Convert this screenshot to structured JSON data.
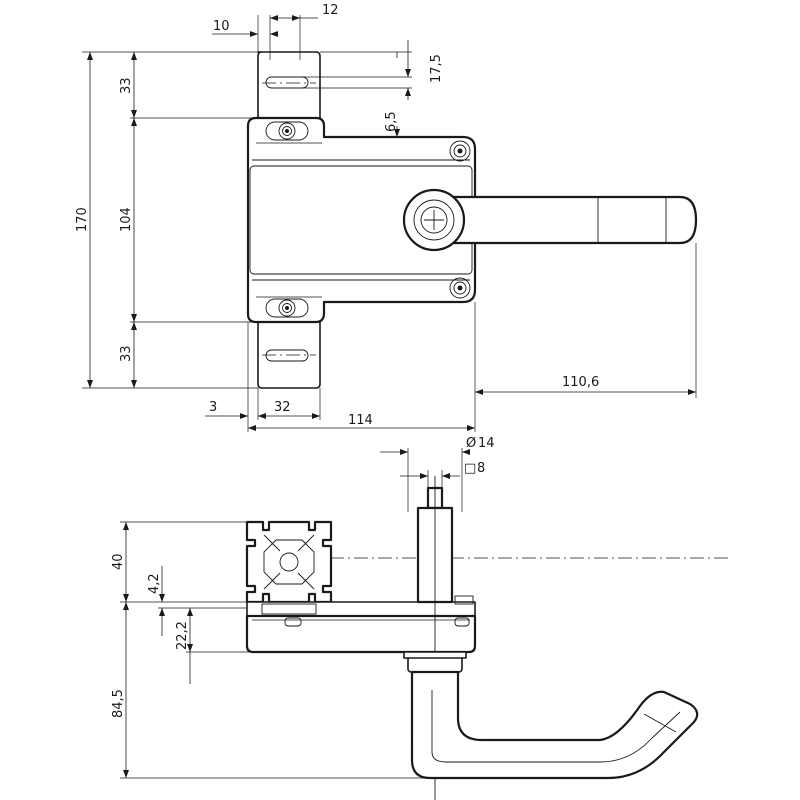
{
  "dimensions": {
    "top_slot_width": "10",
    "top_slot_spacing": "12",
    "top_slot_height": "17,5",
    "offset_small": "6,5",
    "total_height": "170",
    "upper_tab": "33",
    "mid_body": "104",
    "lower_tab": "33",
    "left_gap": "3",
    "tab_width": "32",
    "body_width": "114",
    "handle_reach": "110,6",
    "shaft_diameter": "14",
    "shaft_square": "8",
    "profile_height": "40",
    "plate_thickness": "4,2",
    "body_thickness": "22,2",
    "handle_depth": "84,5"
  },
  "symbols": {
    "diameter": "Ø",
    "square": "□"
  }
}
